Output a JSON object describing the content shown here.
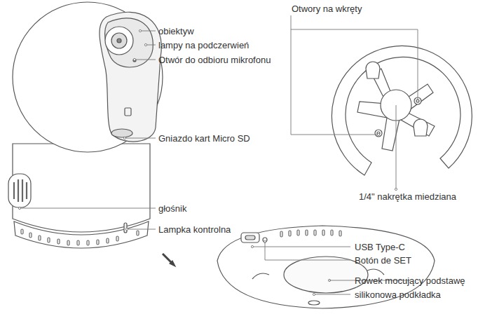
{
  "diagram": {
    "labels": [
      "Otwory na wkręty",
      "obiektyw",
      "lampy na podczerwień",
      "Otwór do odbioru mikrofonu",
      "Gniazdo kart Micro SD",
      "głośnik",
      "Lampka kontrolna",
      "1/4\" nakrętka miedziana",
      "USB Type-C",
      "Botón de SET",
      "Rowek mocujący podstawę",
      "silikonowa podkładka"
    ]
  }
}
